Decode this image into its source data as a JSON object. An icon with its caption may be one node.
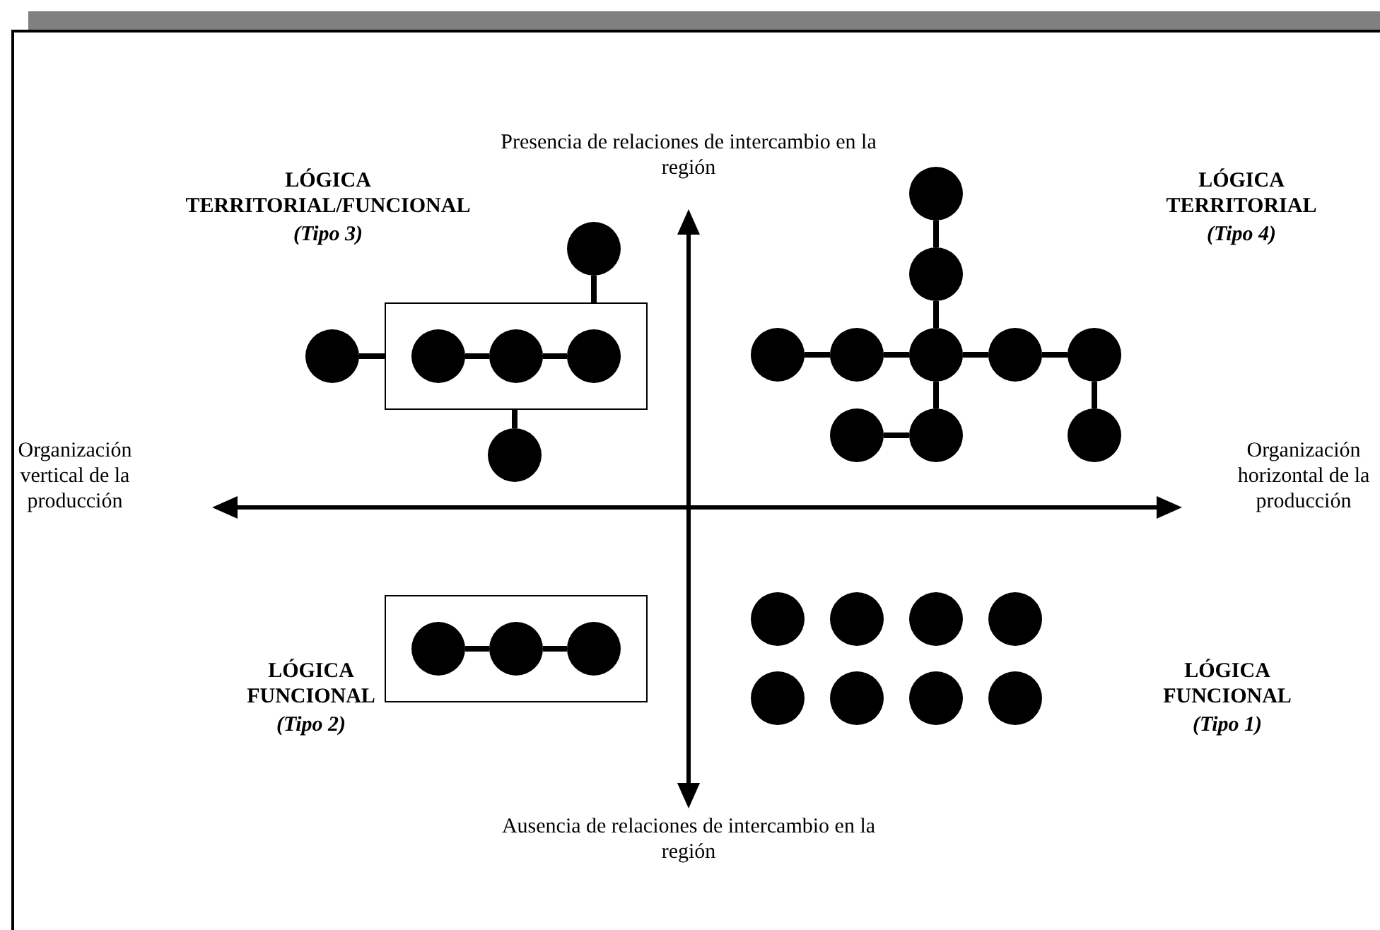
{
  "diagram": {
    "nodes": [
      {
        "text": [],
        "shape": "circle"
      },
      {
        "text": [],
        "shape": "box"
      },
      {
        "text": [],
        "shape": "circle",
        "in": 1
      },
      {
        "text": [],
        "shape": "circle",
        "in": 1
      },
      {
        "text": [],
        "shape": "circle",
        "in": 1
      },
      {
        "text": [],
        "shape": "circle"
      },
      {
        "text": [],
        "shape": "circle"
      },
      {
        "text": [],
        "shape": "circle"
      },
      {
        "text": [],
        "shape": "circle"
      },
      {
        "text": [],
        "shape": "circle"
      },
      {
        "text": [],
        "shape": "circle"
      },
      {
        "text": [],
        "shape": "circle"
      },
      {
        "text": [],
        "shape": "circle"
      },
      {
        "text": [],
        "shape": "circle"
      },
      {
        "text": [],
        "shape": "circle"
      },
      {
        "text": [],
        "shape": "circle"
      },
      {
        "text": [],
        "shape": "circle"
      },
      {
        "text": [],
        "shape": "box"
      },
      {
        "text": [],
        "shape": "circle",
        "in": 17
      },
      {
        "text": [],
        "shape": "circle",
        "in": 17
      },
      {
        "text": [],
        "shape": "circle",
        "in": 17
      },
      {
        "text": [],
        "shape": "circle"
      },
      {
        "text": [],
        "shape": "circle"
      },
      {
        "text": [],
        "shape": "circle"
      },
      {
        "text": [],
        "shape": "circle"
      },
      {
        "text": [],
        "shape": "circle"
      },
      {
        "text": [],
        "shape": "circle"
      },
      {
        "text": [],
        "shape": "circle"
      },
      {
        "text": [],
        "shape": "circle"
      }
    ],
    "edges": [
      {
        "from": 0,
        "to": 1,
        "arrow": "none"
      },
      {
        "from": 2,
        "to": 3,
        "arrow": "none"
      },
      {
        "from": 3,
        "to": 4,
        "arrow": "none"
      },
      {
        "from": 5,
        "to": 1,
        "arrow": "none"
      },
      {
        "from": 1,
        "to": 6,
        "arrow": "none"
      },
      {
        "from": 7,
        "to": 8,
        "arrow": "none"
      },
      {
        "from": 8,
        "to": 11,
        "arrow": "none"
      },
      {
        "from": 9,
        "to": 10,
        "arrow": "none"
      },
      {
        "from": 10,
        "to": 11,
        "arrow": "none"
      },
      {
        "from": 11,
        "to": 12,
        "arrow": "none"
      },
      {
        "from": 12,
        "to": 13,
        "arrow": "none"
      },
      {
        "from": 11,
        "to": 15,
        "arrow": "none"
      },
      {
        "from": 14,
        "to": 15,
        "arrow": "none"
      },
      {
        "from": 13,
        "to": 16,
        "arrow": "none"
      },
      {
        "from": 18,
        "to": 19,
        "arrow": "none"
      },
      {
        "from": 19,
        "to": 20,
        "arrow": "none"
      }
    ],
    "labels": [
      "Presencia de relaciones de intercambio en la región",
      "LÓGICA TERRITORIAL/FUNCIONAL",
      "(Tipo 3)",
      "LÓGICA TERRITORIAL",
      "(Tipo 4)",
      "Organización vertical de la producción",
      "Organización horizontal de la producción",
      "LÓGICA FUNCIONAL",
      "(Tipo 2)",
      "LÓGICA FUNCIONAL",
      "(Tipo 1)",
      "Ausencia de relaciones de intercambio en la región"
    ]
  }
}
